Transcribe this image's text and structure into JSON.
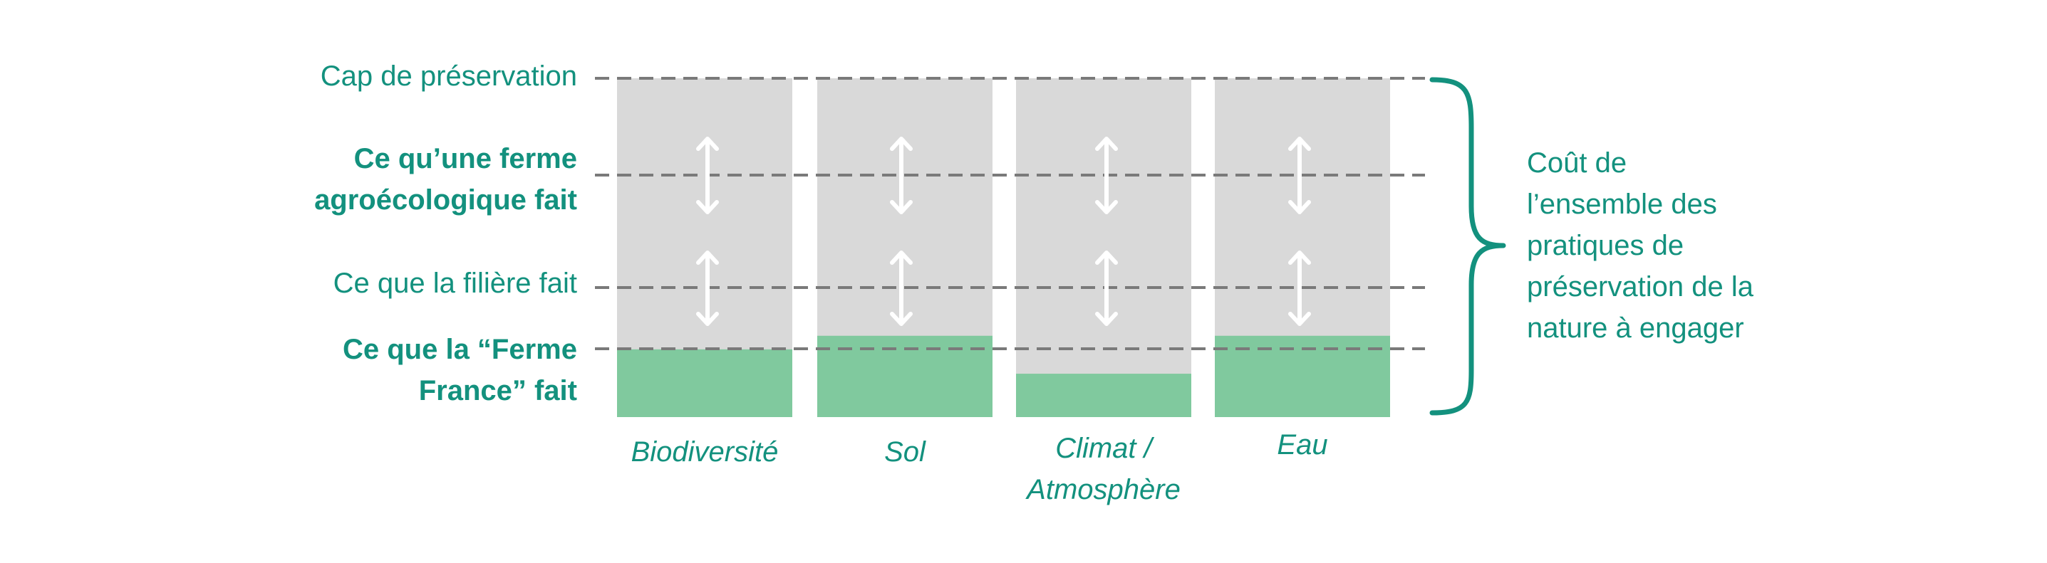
{
  "levels": [
    {
      "id": "cap",
      "lines": [
        "Cap de préservation"
      ],
      "bold": false
    },
    {
      "id": "ferme-agro",
      "lines": [
        "Ce qu’une ferme",
        "agroécologique fait"
      ],
      "bold": true
    },
    {
      "id": "filiere",
      "lines": [
        "Ce que la filière fait"
      ],
      "bold": false
    },
    {
      "id": "ferme-france",
      "lines": [
        "Ce que la “Ferme",
        "France” fait"
      ],
      "bold": true
    }
  ],
  "columns": [
    {
      "id": "biodiversite",
      "label_lines": [
        "Biodiversité"
      ],
      "green_level": 0.2
    },
    {
      "id": "sol",
      "label_lines": [
        "Sol"
      ],
      "green_level": 0.24
    },
    {
      "id": "climat",
      "label_lines": [
        "Climat /",
        "Atmosphère"
      ],
      "green_level": 0.128
    },
    {
      "id": "eau",
      "label_lines": [
        "Eau"
      ],
      "green_level": 0.24
    }
  ],
  "brace_text": {
    "lines": [
      "Coût de",
      "l’ensemble des",
      "pratiques de",
      "préservation de la",
      "nature à engager"
    ]
  },
  "colors": {
    "accent": "#13917e",
    "bar_background": "#d9d9d9",
    "bar_fill": "#80c99e",
    "dashed_line": "#7a7a7a",
    "arrow": "#ffffff"
  }
}
